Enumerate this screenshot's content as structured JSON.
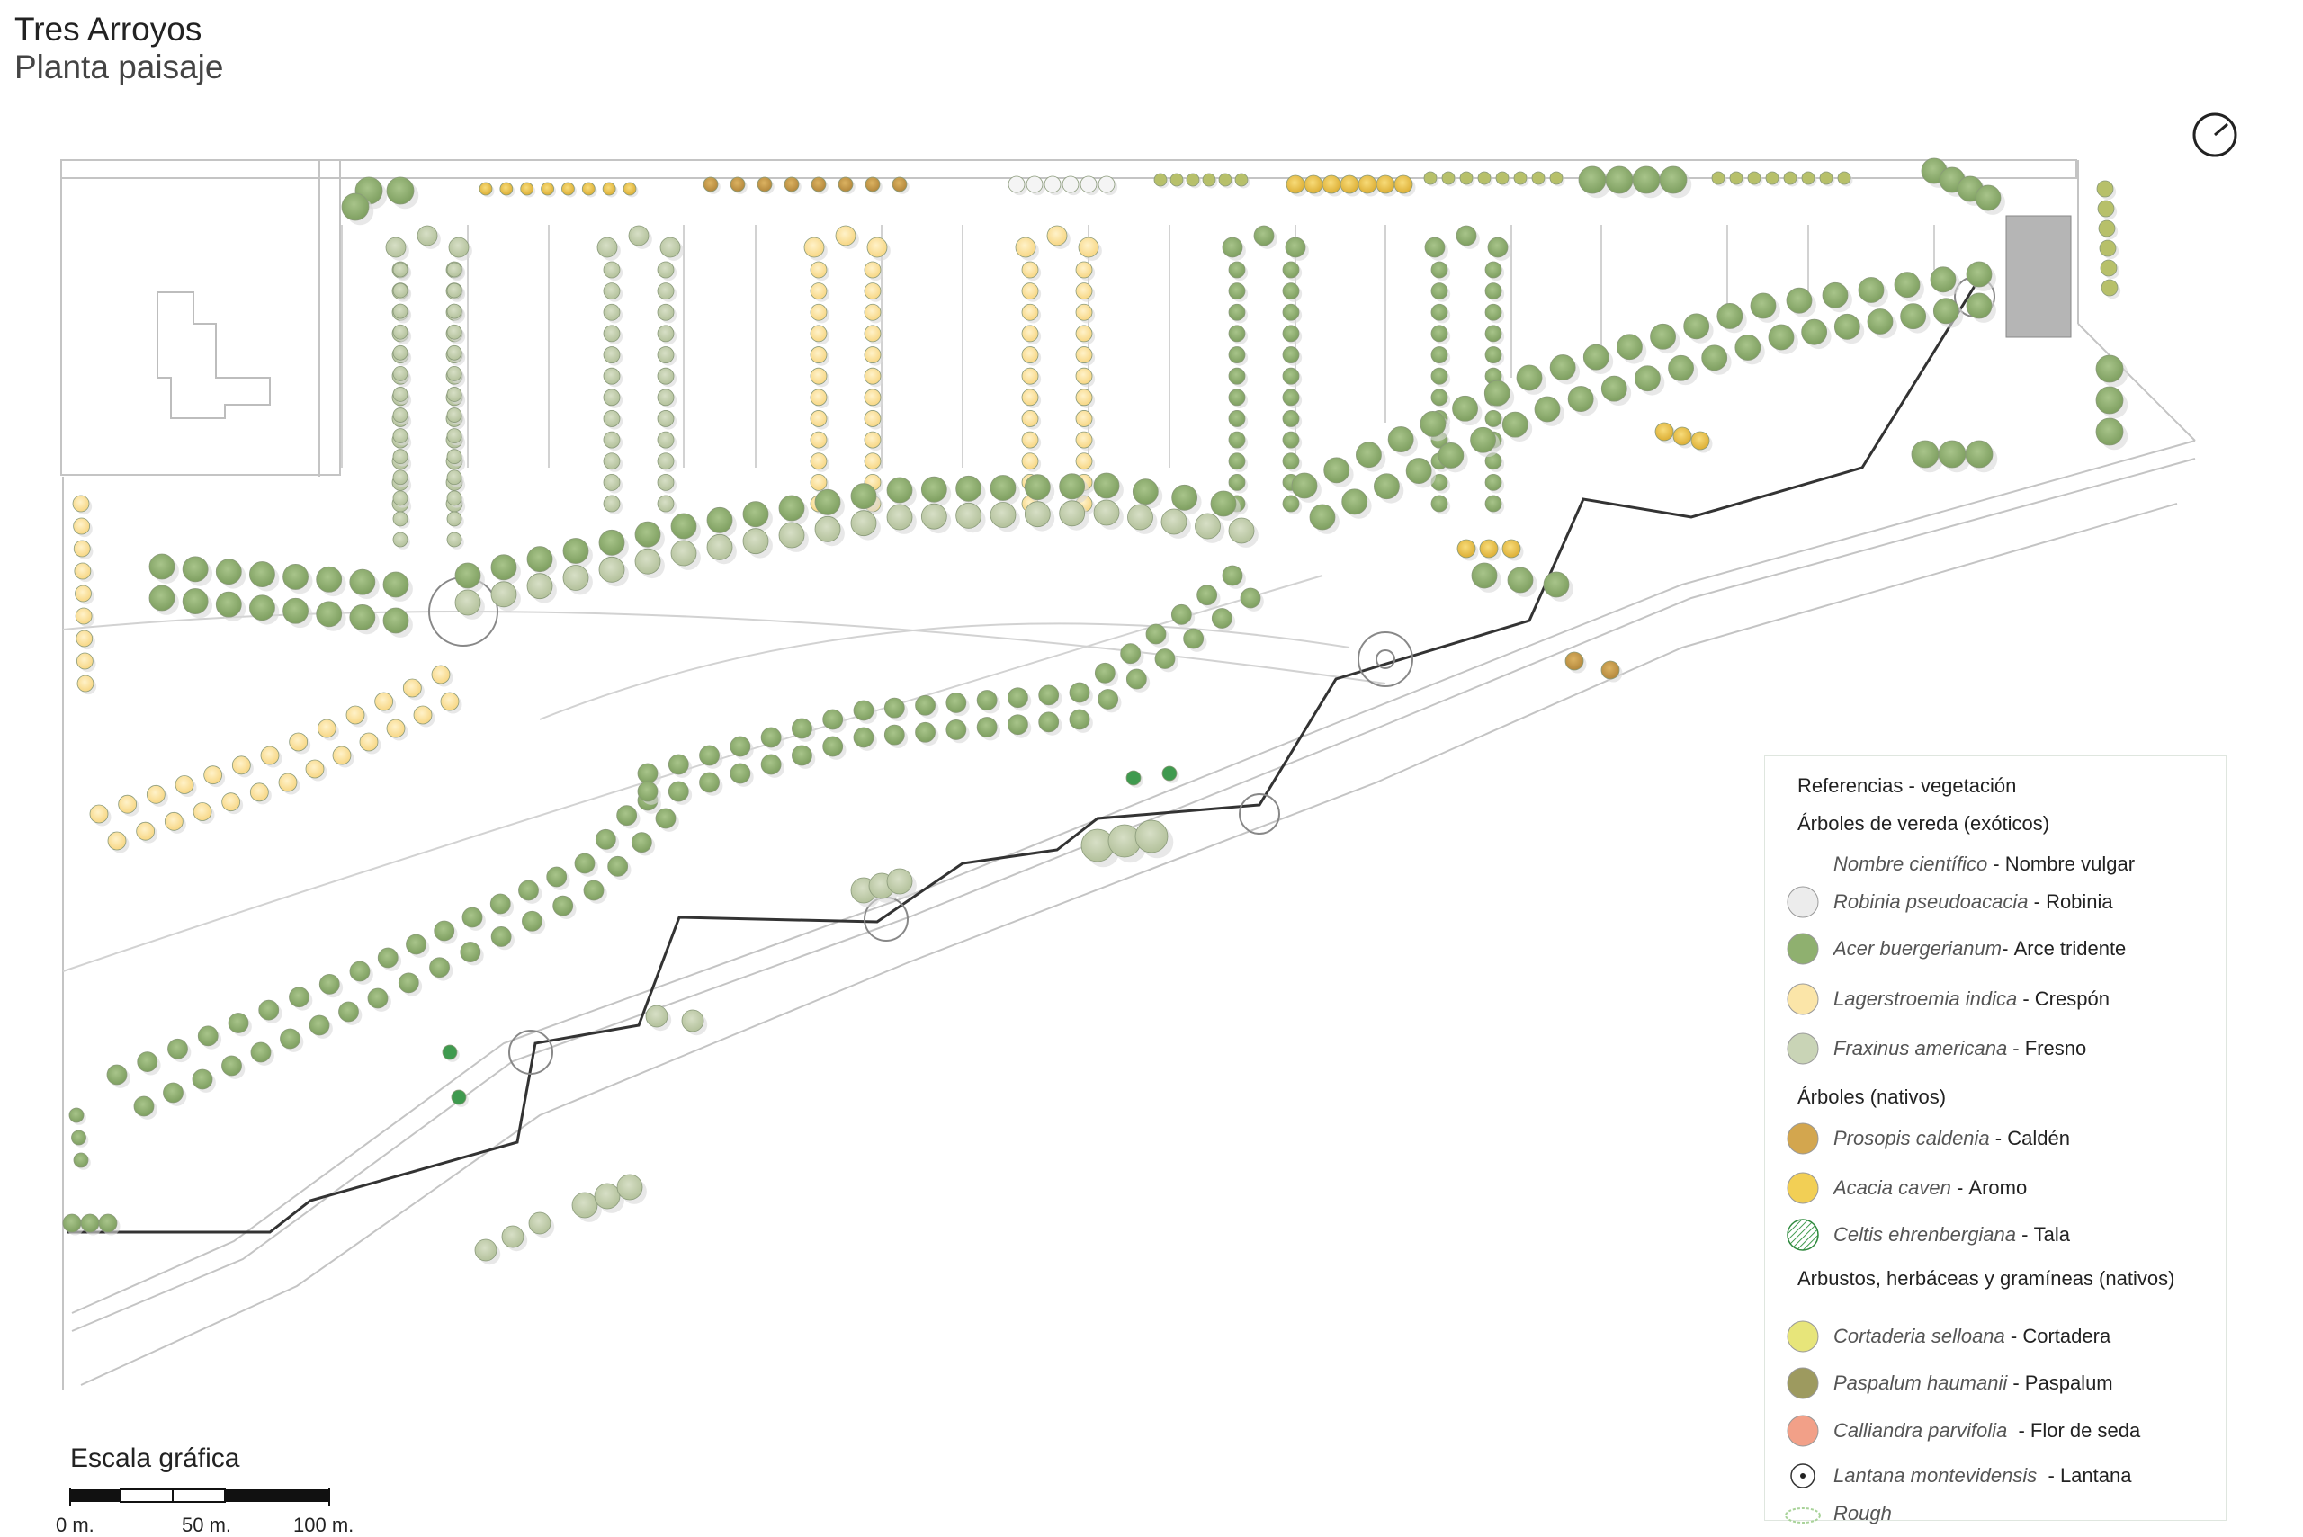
{
  "header": {
    "title": "Tres Arroyos",
    "subtitle": "Planta paisaje"
  },
  "legend": {
    "title": "Referencias - vegetación",
    "groups": [
      {
        "heading": "Árboles de vereda (exóticos)"
      },
      {
        "heading": "Árboles (nativos)"
      },
      {
        "heading": "Arbustos, herbáceas y gramíneas (nativos)"
      }
    ],
    "column_header": {
      "scientific": "Nombre científico",
      "sep": " - ",
      "common": "Nombre vulgar"
    },
    "items": [
      {
        "scientific": "Robinia pseudoacacia",
        "sep": " - ",
        "common": "Robinia",
        "color": "#ececec",
        "icon": "robinia-icon"
      },
      {
        "scientific": "Acer buergerianum",
        "sep": "- ",
        "common": "Arce tridente",
        "color": "#8fb06f",
        "icon": "arce-icon"
      },
      {
        "scientific": "Lagerstroemia indica",
        "sep": " - ",
        "common": "Crespón",
        "color": "#fbe5a8",
        "icon": "crespon-icon"
      },
      {
        "scientific": "Fraxinus americana",
        "sep": " - ",
        "common": "Fresno",
        "color": "#c9d4b6",
        "icon": "fresno-icon"
      },
      {
        "scientific": "Prosopis caldenia",
        "sep": " - ",
        "common": "Caldén",
        "color": "#d3a64e",
        "icon": "calden-icon"
      },
      {
        "scientific": "Acacia caven",
        "sep": " - ",
        "common": "Aromo",
        "color": "#f2cf55",
        "icon": "aromo-icon"
      },
      {
        "scientific": "Celtis ehrenbergiana",
        "sep": " - ",
        "common": "Tala",
        "color": "#3f9a4e",
        "icon": "tala-icon"
      },
      {
        "scientific": "Cortaderia selloana",
        "sep": " - ",
        "common": "Cortadera",
        "color": "#e7e57a",
        "icon": "cortadera-icon"
      },
      {
        "scientific": "Paspalum haumanii",
        "sep": " - ",
        "common": "Paspalum",
        "color": "#9d9a5f",
        "icon": "paspalum-icon"
      },
      {
        "scientific": "Calliandra parvifolia",
        "sep": "  - ",
        "common": "Flor de seda",
        "color": "#f2a088",
        "icon": "flor-de-seda-icon"
      },
      {
        "scientific": "Lantana montevidensis",
        "sep": "  - ",
        "common": "Lantana",
        "color": "#222222",
        "icon": "lantana-icon"
      },
      {
        "scientific": "Rough",
        "sep": "",
        "common": "",
        "color": "#a9d39a",
        "icon": "rough-icon"
      }
    ]
  },
  "scale": {
    "title": "Escala gráfica",
    "labels": [
      "0 m.",
      "50 m.",
      "100 m."
    ]
  },
  "colors": {
    "arce": "#8fb06f",
    "fresno": "#c3cfae",
    "crespon": "#fbe3a0",
    "calden": "#d3a64e",
    "aromo": "#f0c84a",
    "paspalum": "#9d9a5f",
    "cortadera": "#dcd85e",
    "path": "#333333",
    "lines": "#b9b9b9"
  }
}
